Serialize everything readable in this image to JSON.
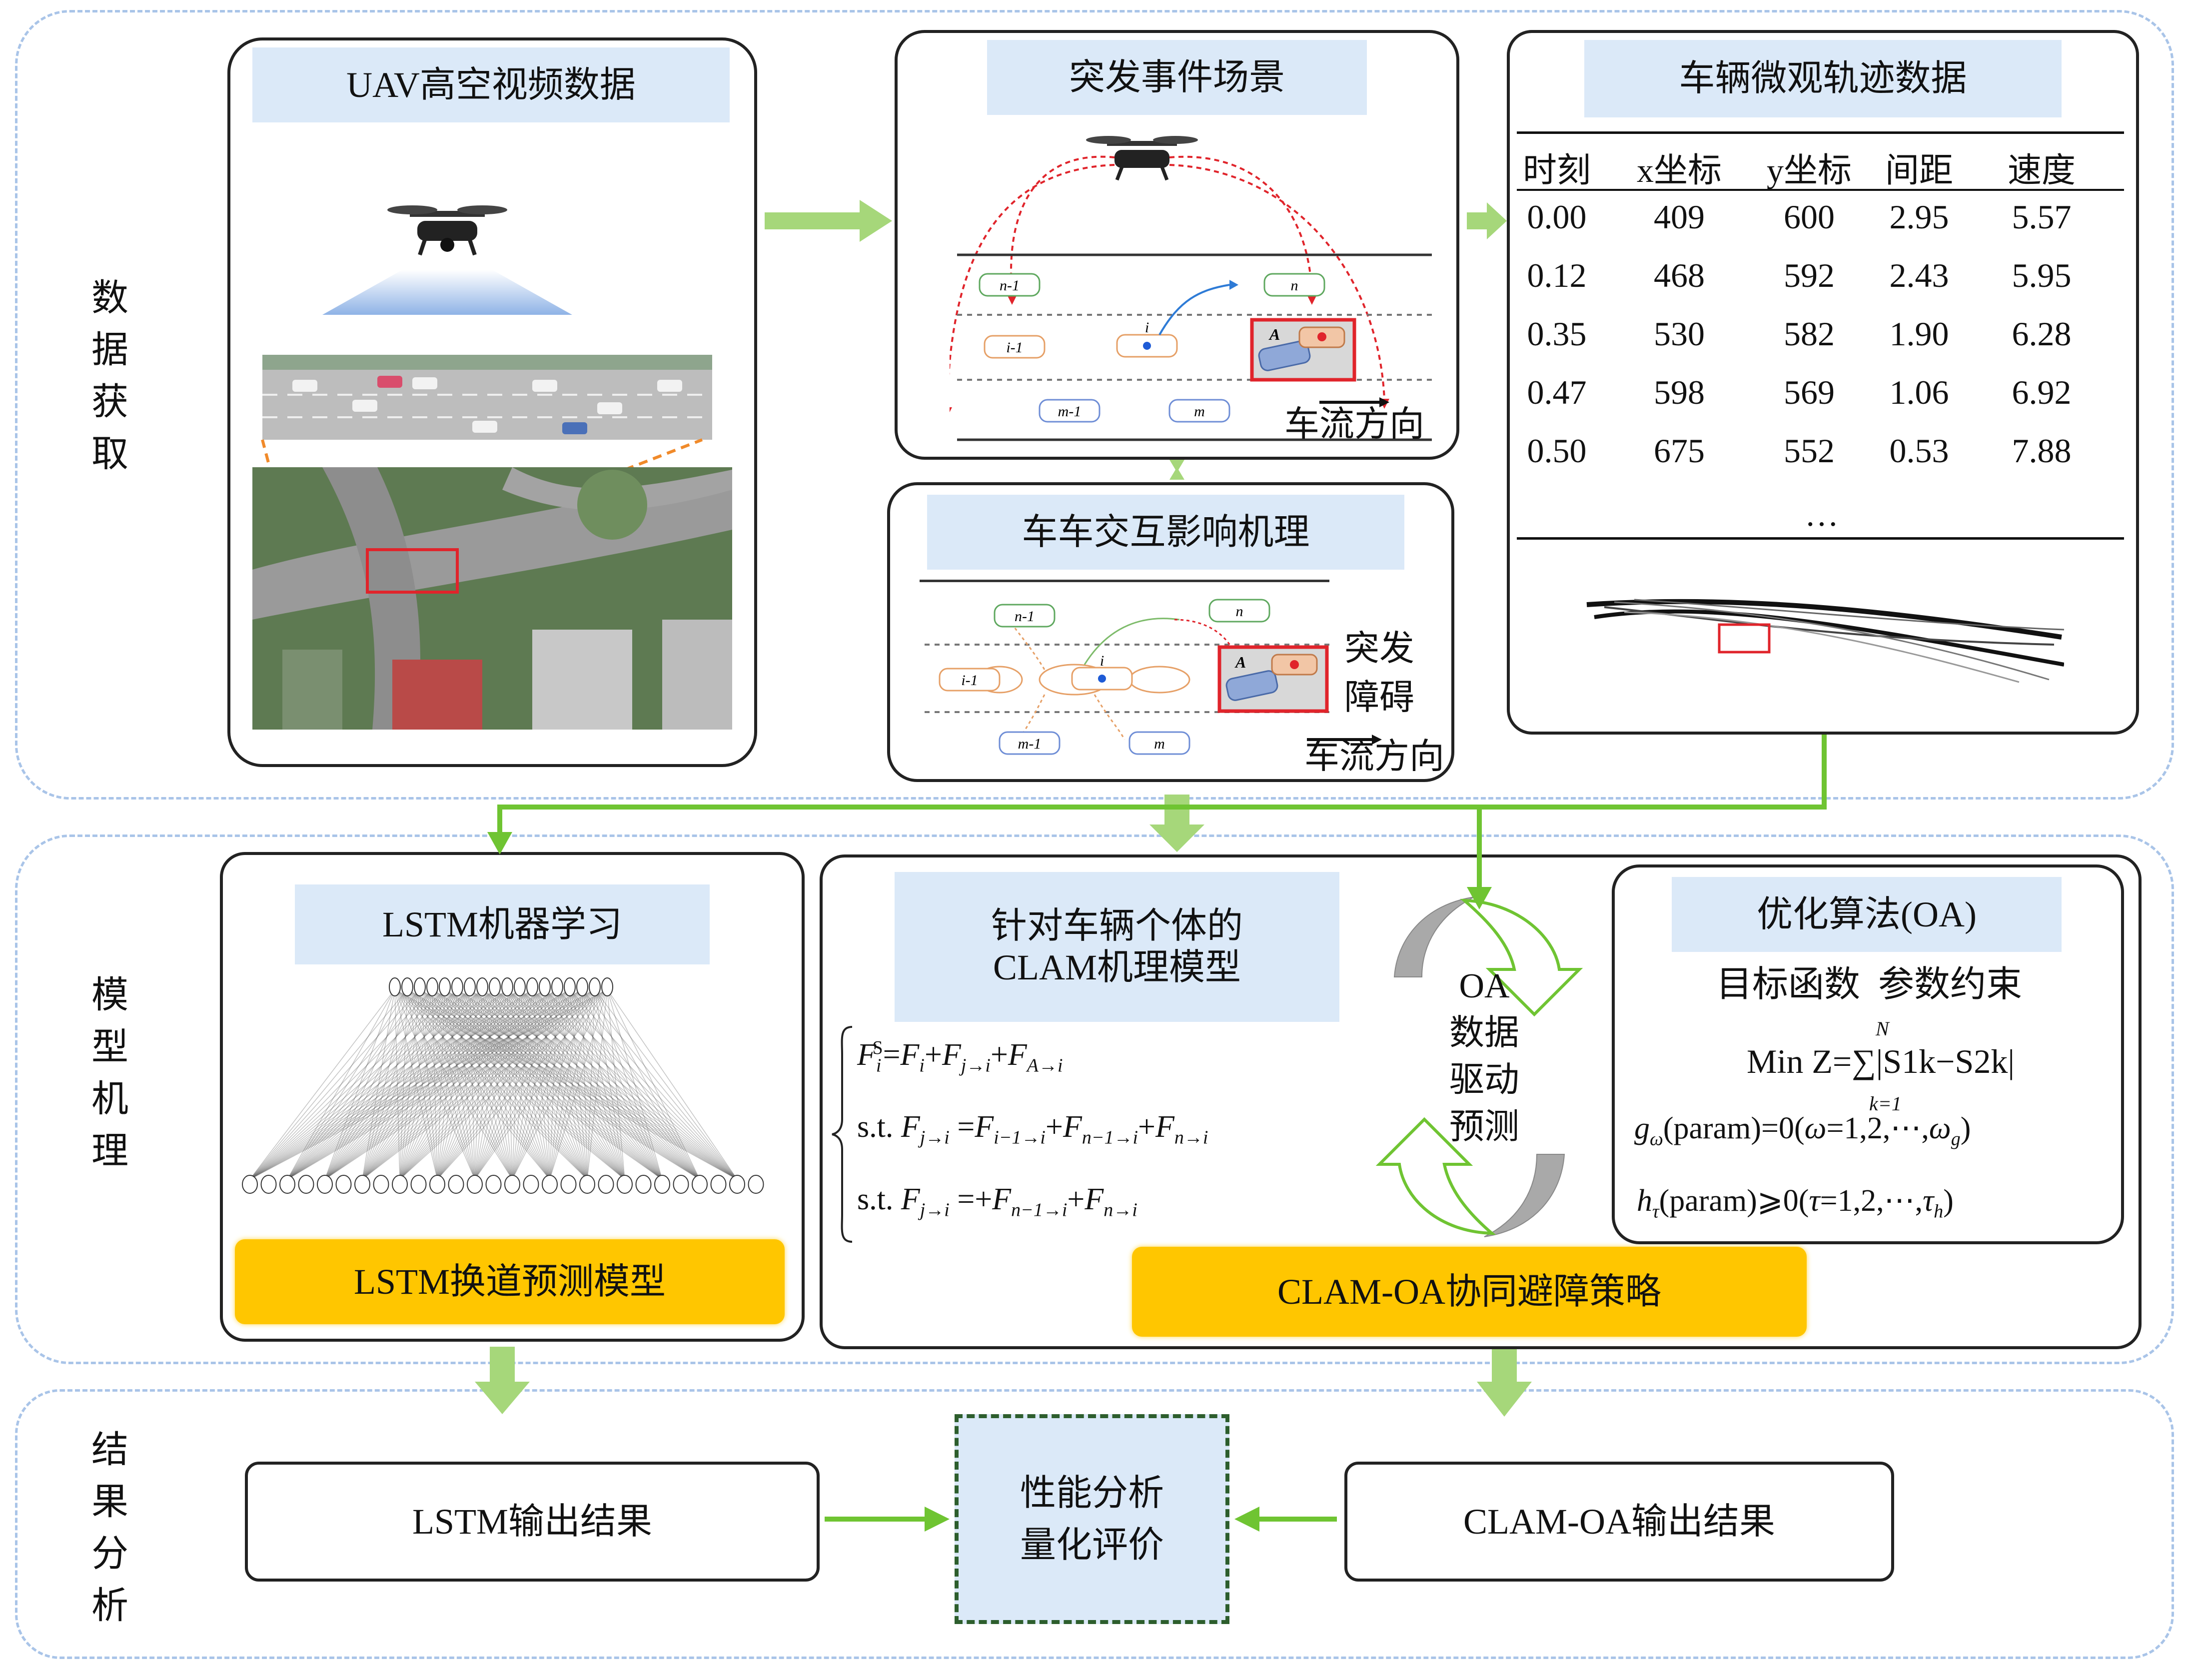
{
  "sections": {
    "data_acquisition": "数\n据\n获\n取",
    "model_mechanism": "模\n型\n机\n理",
    "result_analysis": "结\n果\n分\n析"
  },
  "uav_panel": {
    "title": "UAV高空视频数据"
  },
  "scenario_panel": {
    "title": "突发事件场景",
    "flow_direction": "车流方向",
    "vehicle_labels": [
      "n-1",
      "n",
      "i-1",
      "i",
      "A",
      "m-1",
      "m"
    ]
  },
  "interaction_panel": {
    "title": "车车交互影响机理",
    "obstacle_label": "突发\n障碍",
    "flow_direction": "车流方向",
    "vehicle_labels": [
      "n-1",
      "n",
      "i-1",
      "i",
      "A",
      "m-1",
      "m"
    ]
  },
  "trajectory_panel": {
    "title": "车辆微观轨迹数据",
    "columns": [
      "时刻",
      "x坐标",
      "y坐标",
      "间距",
      "速度"
    ],
    "rows": [
      [
        "0.00",
        "409",
        "600",
        "2.95",
        "5.57"
      ],
      [
        "0.12",
        "468",
        "592",
        "2.43",
        "5.95"
      ],
      [
        "0.35",
        "530",
        "582",
        "1.90",
        "6.28"
      ],
      [
        "0.47",
        "598",
        "569",
        "1.06",
        "6.92"
      ],
      [
        "0.50",
        "675",
        "552",
        "0.53",
        "7.88"
      ]
    ],
    "ellipsis": "…"
  },
  "lstm_panel": {
    "title": "LSTM机器学习",
    "model_label": "LSTM换道预测模型"
  },
  "clam_panel": {
    "title": "针对车辆个体的\nCLAM机理模型",
    "oa_label": "OA\n数据\n驱动\n预测",
    "strategy_label": "CLAM-OA协同避障策略"
  },
  "oa_panel": {
    "title": "优化算法(OA)",
    "subtitle": "目标函数  参数约束",
    "objective": "Min Z=∑|S1k−S2k|",
    "sum_upper": "N",
    "sum_lower": "k=1"
  },
  "results": {
    "lstm_output": "LSTM输出结果",
    "evaluation": "性能分析\n量化评价",
    "clam_oa_output": "CLAM-OA输出结果"
  },
  "colors": {
    "arrow_green": "#6fc432",
    "light_arrow_green": "#a6d77a",
    "header_blue": "#dbe9f8",
    "gold": "#ffc600",
    "dashed_border": "#a9c4e8",
    "road_red": "#e0242b"
  }
}
